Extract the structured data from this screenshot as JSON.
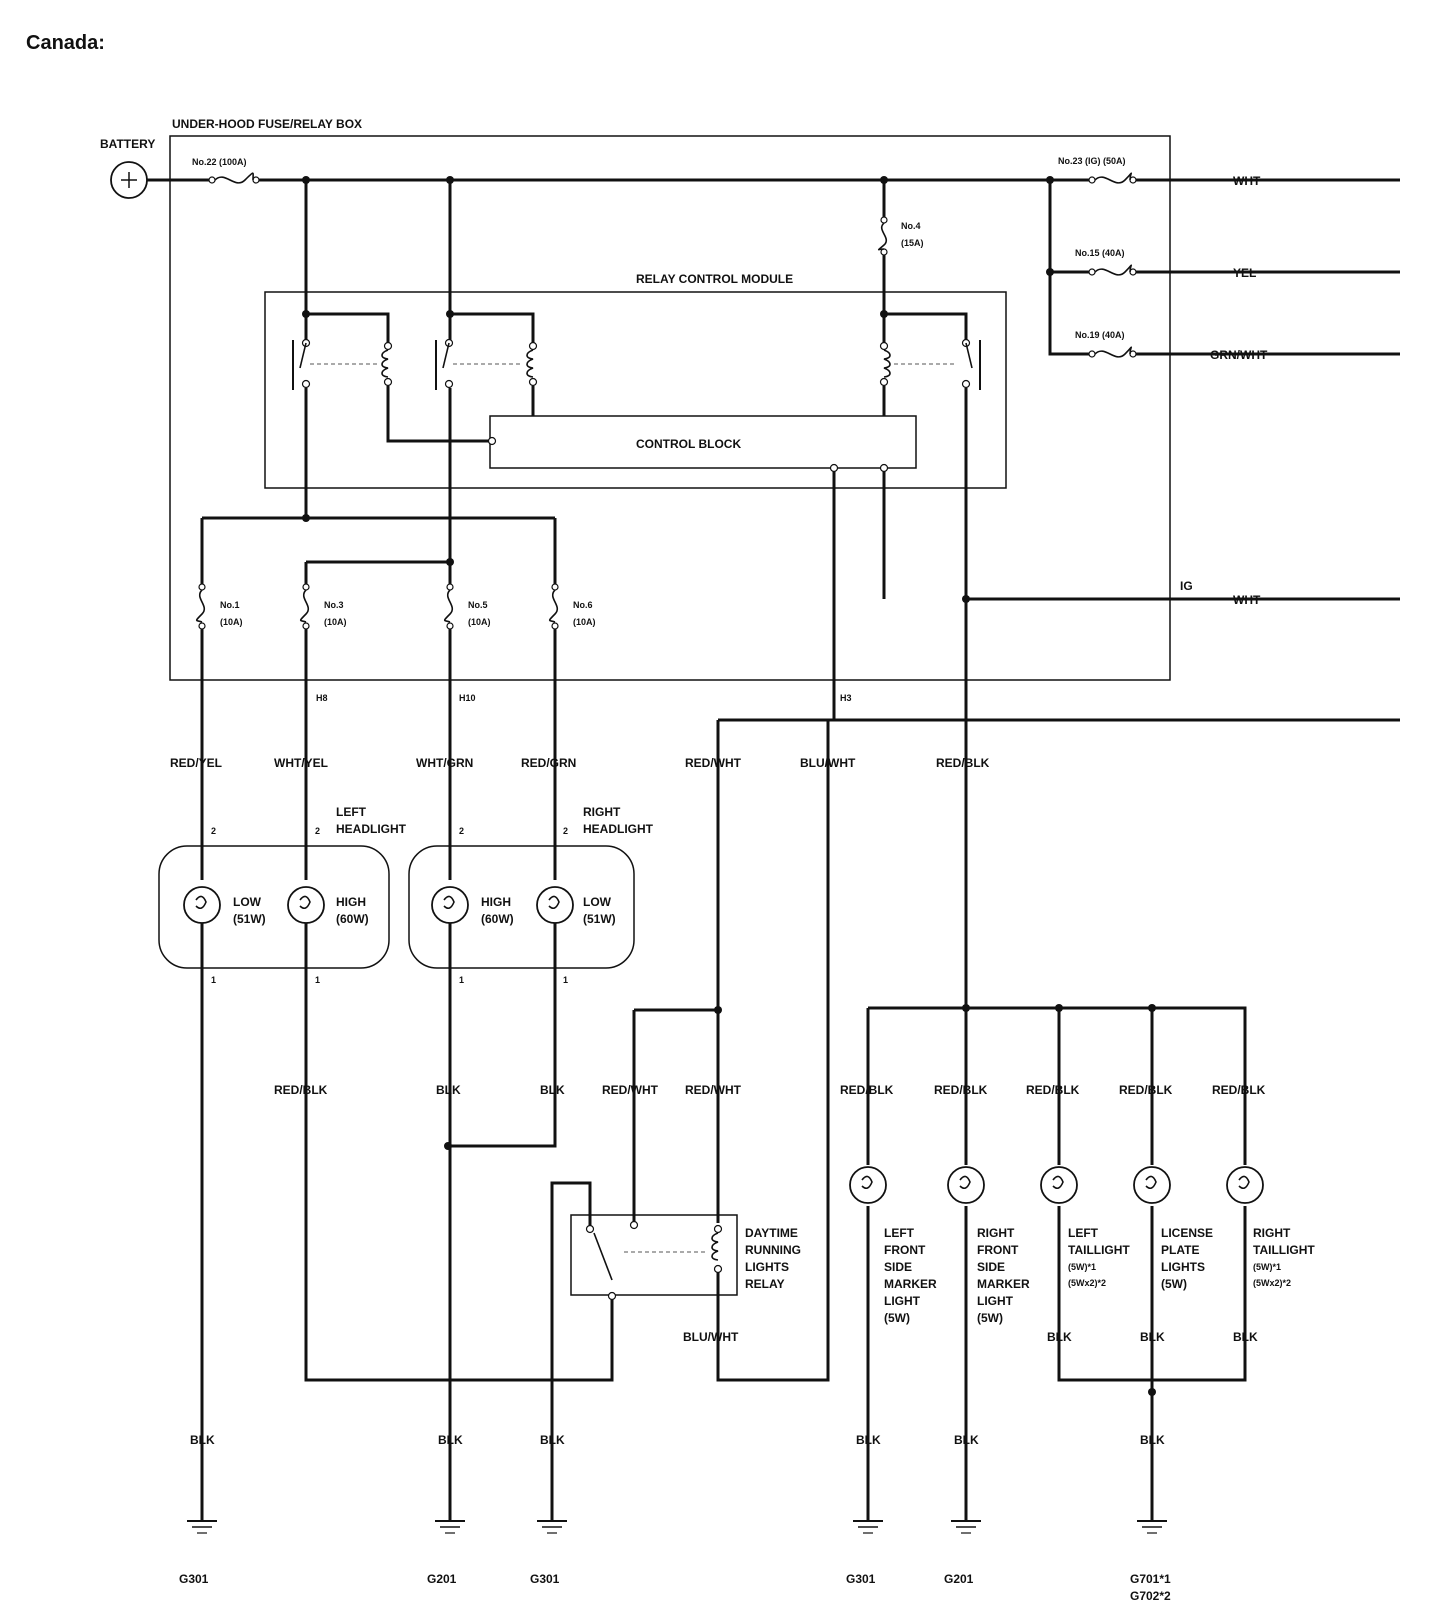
{
  "title": "Canada:",
  "fuse_box": {
    "label": "UNDER-HOOD FUSE/RELAY BOX",
    "battery": "BATTERY",
    "fuses": {
      "f22": "No.22 (100A)",
      "f23": "No.23 (IG) (50A)",
      "f4_num": "No.4",
      "f4_amp": "(15A)",
      "f15": "No.15 (40A)",
      "f19": "No.19 (40A)",
      "f1_num": "No.1",
      "f1_amp": "(10A)",
      "f3_num": "No.3",
      "f3_amp": "(10A)",
      "f5_num": "No.5",
      "f5_amp": "(10A)",
      "f6_num": "No.6",
      "f6_amp": "(10A)"
    },
    "relay_control_module": "RELAY CONTROL MODULE",
    "control_block": "CONTROL BLOCK",
    "ig": "IG"
  },
  "wires": {
    "wht_top": "WHT",
    "yel": "YEL",
    "grn_wht": "GRN/WHT",
    "wht_ig": "WHT",
    "red_yel": "RED/YEL",
    "wht_yel": "WHT/YEL",
    "wht_grn": "WHT/GRN",
    "red_grn": "RED/GRN",
    "red_wht_a": "RED/WHT",
    "blu_wht_a": "BLU/WHT",
    "red_blk_a": "RED/BLK",
    "red_blk_b": "RED/BLK",
    "blk_a": "BLK",
    "blk_b": "BLK",
    "red_wht_b": "RED/WHT",
    "red_wht_c": "RED/WHT",
    "red_blk_c": "RED/BLK",
    "red_blk_d": "RED/BLK",
    "red_blk_e": "RED/BLK",
    "red_blk_f": "RED/BLK",
    "red_blk_g": "RED/BLK",
    "blu_wht_b": "BLU/WHT",
    "blk_c": "BLK",
    "blk_d": "BLK",
    "blk_e": "BLK",
    "blk_f": "BLK",
    "blk_g": "BLK",
    "blk_h": "BLK",
    "blk_i": "BLK",
    "blk_j": "BLK",
    "blk_k": "BLK"
  },
  "connectors": {
    "h8": "H8",
    "h10": "H10",
    "h3": "H3"
  },
  "pins": {
    "two": "2",
    "one": "1"
  },
  "headlights": {
    "left_line1": "LEFT",
    "left_line2": "HEADLIGHT",
    "right_line1": "RIGHT",
    "right_line2": "HEADLIGHT",
    "low": "LOW",
    "high": "HIGH",
    "w51": "(51W)",
    "w60": "(60W)"
  },
  "drl_relay": [
    "DAYTIME",
    "RUNNING",
    "LIGHTS",
    "RELAY"
  ],
  "lamps": {
    "left_marker": [
      "LEFT",
      "FRONT",
      "SIDE",
      "MARKER",
      "LIGHT",
      "(5W)"
    ],
    "right_marker": [
      "RIGHT",
      "FRONT",
      "SIDE",
      "MARKER",
      "LIGHT",
      "(5W)"
    ],
    "left_tail": [
      "LEFT",
      "TAILLIGHT",
      "(5W)*1",
      "(5Wx2)*2"
    ],
    "license": [
      "LICENSE",
      "PLATE",
      "LIGHTS",
      "(5W)"
    ],
    "right_tail": [
      "RIGHT",
      "TAILLIGHT",
      "(5W)*1",
      "(5Wx2)*2"
    ]
  },
  "grounds": {
    "g1": "G301",
    "g2": "G201",
    "g3": "G301",
    "g4": "G301",
    "g5": "G201",
    "g6a": "G701*1",
    "g6b": "G702*2"
  }
}
